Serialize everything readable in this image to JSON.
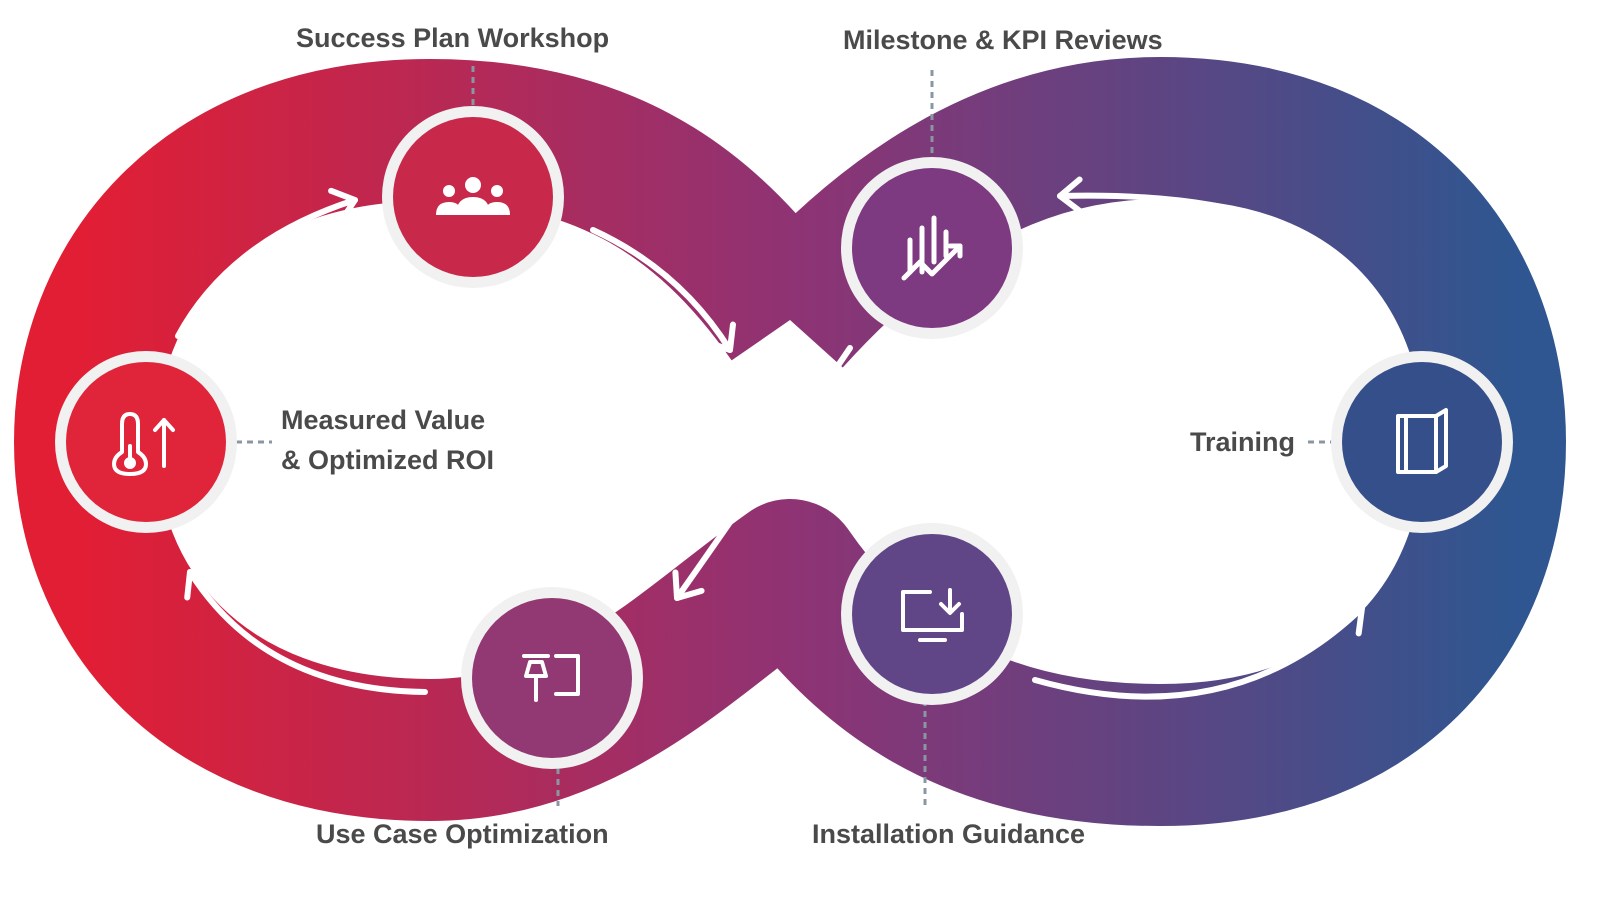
{
  "colors": {
    "gradient_start": "#e21e34",
    "gradient_mid": "#8e3374",
    "gradient_end": "#2f5690",
    "node_ring": "#f1f1f1",
    "label_text": "#4a4a4a",
    "connector": "#8a97a3",
    "icon": "#ffffff"
  },
  "stages": [
    {
      "id": "success-plan-workshop",
      "label": "Success Plan Workshop",
      "icon": "people-group-icon",
      "color": "#c8294a"
    },
    {
      "id": "milestone-kpi-reviews",
      "label": "Milestone & KPI Reviews",
      "icon": "bar-chart-trend-icon",
      "color": "#7e3a80"
    },
    {
      "id": "training",
      "label": "Training",
      "icon": "book-icon",
      "color": "#344f8a"
    },
    {
      "id": "installation-guidance",
      "label": "Installation Guidance",
      "icon": "monitor-download-icon",
      "color": "#614687"
    },
    {
      "id": "use-case-optimization",
      "label": "Use Case Optimization",
      "icon": "pinned-screen-icon",
      "color": "#923872"
    },
    {
      "id": "measured-value",
      "label_line1": "Measured Value",
      "label_line2": "& Optimized ROI",
      "icon": "thermometer-up-icon",
      "color": "#e0243a"
    }
  ],
  "flow_arrows": [
    "left-loop-upper-arrow",
    "center-upper-arrow",
    "right-loop-upper-arrow",
    "right-loop-lower-arrow",
    "center-lower-arrow",
    "left-loop-lower-arrow"
  ]
}
